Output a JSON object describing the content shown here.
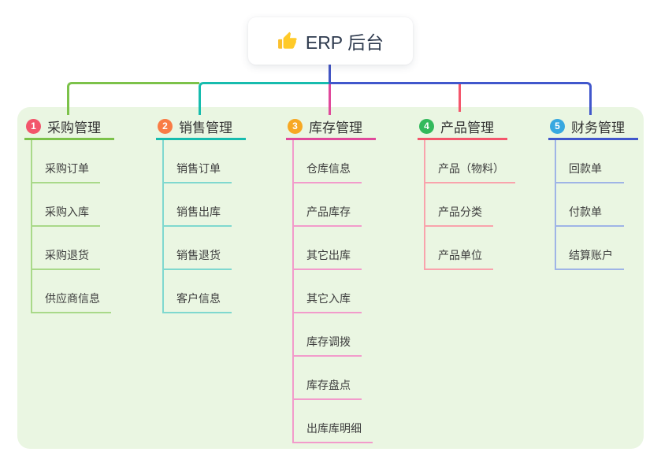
{
  "root": {
    "label": "ERP 后台",
    "icon": "thumbs-up",
    "connector_color": "#4355c4"
  },
  "panel_color": "#eaf6e2",
  "branches": [
    {
      "num": "1",
      "label": "采购管理",
      "line_color": "#7cc24a",
      "sub_line_color": "#a9d989",
      "badge_color": "#f2556b",
      "items": [
        "采购订单",
        "采购入库",
        "采购退货",
        "供应商信息"
      ]
    },
    {
      "num": "2",
      "label": "销售管理",
      "line_color": "#17bcae",
      "sub_line_color": "#7fd8cf",
      "badge_color": "#f97c45",
      "items": [
        "销售订单",
        "销售出库",
        "销售退货",
        "客户信息"
      ]
    },
    {
      "num": "3",
      "label": "库存管理",
      "line_color": "#e0499b",
      "sub_line_color": "#f29bcb",
      "badge_color": "#f7a823",
      "items": [
        "仓库信息",
        "产品库存",
        "其它出库",
        "其它入库",
        "库存调拨",
        "库存盘点",
        "出库库明细"
      ]
    },
    {
      "num": "4",
      "label": "产品管理",
      "line_color": "#f4566c",
      "sub_line_color": "#f9a3ac",
      "badge_color": "#33b95c",
      "items": [
        "产品（物料）",
        "产品分类",
        "产品单位"
      ]
    },
    {
      "num": "5",
      "label": "财务管理",
      "line_color": "#4157cc",
      "sub_line_color": "#9fb4e6",
      "badge_color": "#38a8e0",
      "items": [
        "回款单",
        "付款单",
        "结算账户"
      ]
    }
  ]
}
